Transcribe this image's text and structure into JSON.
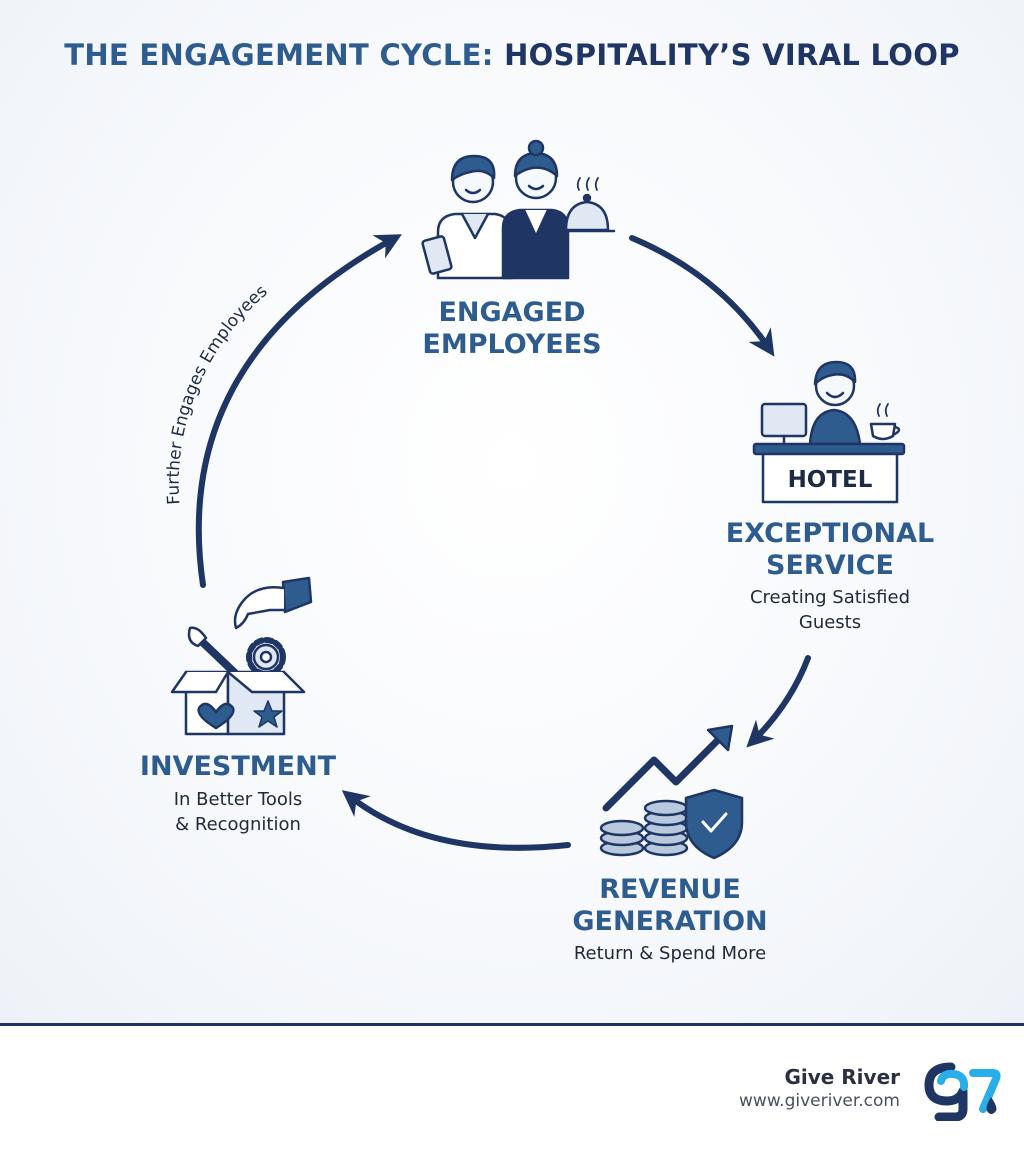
{
  "title": {
    "part1": "THE ENGAGEMENT CYCLE:",
    "part2": "HOSPITALITY’S VIRAL LOOP"
  },
  "nodes": {
    "engaged": {
      "line1": "ENGAGED",
      "line2": "EMPLOYEES",
      "sub1": "",
      "sub2": ""
    },
    "service": {
      "line1": "EXCEPTIONAL",
      "line2": "SERVICE",
      "sub1": "Creating Satisfied",
      "sub2": "Guests",
      "sign": "HOTEL"
    },
    "revenue": {
      "line1": "REVENUE",
      "line2": "GENERATION",
      "sub1": "Return & Spend More",
      "sub2": ""
    },
    "investment": {
      "line1": "INVESTMENT",
      "line2": "",
      "sub1": "In Better Tools",
      "sub2": "& Recognition"
    }
  },
  "arc_label": "Further Engages Employees",
  "brand": {
    "name": "Give River",
    "url": "www.giveriver.com"
  },
  "colors": {
    "navy": "#1f3563",
    "blue": "#2e5c8e",
    "light_blue": "#dfe8f3",
    "accent": "#28aee8"
  },
  "icons": [
    "employees-icon",
    "hotel-desk-icon",
    "revenue-icon",
    "investment-box-icon",
    "give-river-logo"
  ]
}
